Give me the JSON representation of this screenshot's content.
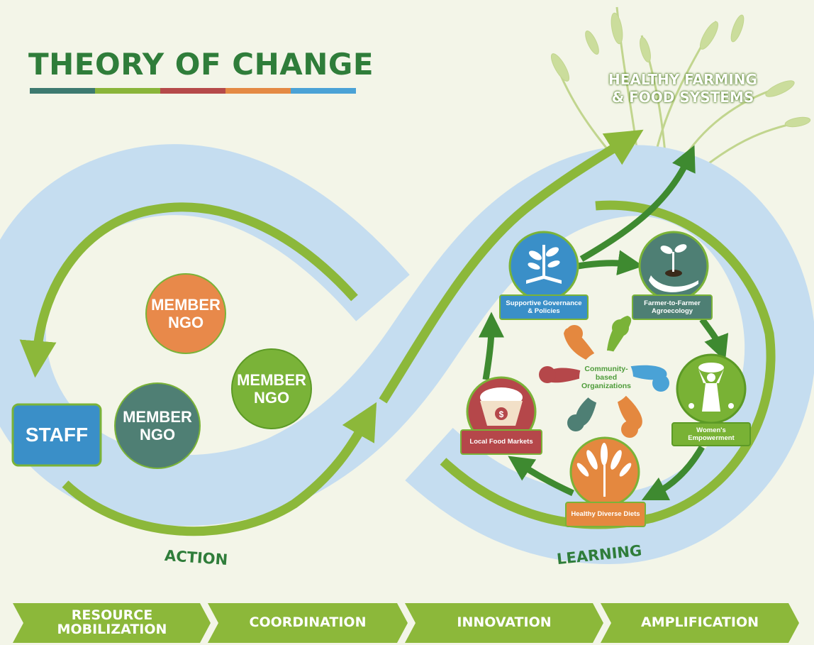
{
  "title": "THEORY OF CHANGE",
  "title_bar_colors": [
    "#3d7a70",
    "#8ab53a",
    "#b54a4a",
    "#e48a44",
    "#4aa2d6"
  ],
  "goal": {
    "line1": "HEALTHY FARMING",
    "line2": "& FOOD SYSTEMS"
  },
  "staff": {
    "label": "STAFF"
  },
  "member_ngos": [
    {
      "line1": "MEMBER",
      "line2": "NGO",
      "color": "#e8894a"
    },
    {
      "line1": "MEMBER",
      "line2": "NGO",
      "color": "#4f7f74"
    },
    {
      "line1": "MEMBER",
      "line2": "NGO",
      "color": "#7ab338"
    }
  ],
  "nodes": {
    "governance": {
      "line1": "Supportive Governance",
      "line2": "& Policies",
      "color": "#3a8fc8",
      "icon": "plant-book-icon"
    },
    "farmer": {
      "line1": "Farmer-to-Farmer",
      "line2": "Agroecology",
      "color": "#4e7f74",
      "icon": "seedling-hand-icon"
    },
    "women": {
      "line1": "Women's",
      "line2": "Empowerment",
      "color": "#79b235",
      "icon": "woman-harvest-icon"
    },
    "diets": {
      "line1": "Healthy Diverse Diets",
      "color": "#e4883f",
      "icon": "wheat-icon"
    },
    "markets": {
      "line1": "Local Food Markets",
      "color": "#b5474a",
      "icon": "basket-icon"
    }
  },
  "cbo": {
    "line1": "Community-",
    "line2": "based",
    "line3": "Organizations"
  },
  "stages": {
    "left": "ACTION",
    "right": "LEARNING"
  },
  "phases": [
    {
      "line1": "RESOURCE",
      "line2": "MOBILIZATION"
    },
    {
      "line1": "COORDINATION"
    },
    {
      "line1": "INNOVATION"
    },
    {
      "line1": "AMPLIFICATION"
    }
  ],
  "colors": {
    "background": "#f3f5e8",
    "loop": "#c5ddf0",
    "light_green": "#8cb83a",
    "dark_green": "#3e8a30",
    "title_green": "#2f7d3a"
  }
}
